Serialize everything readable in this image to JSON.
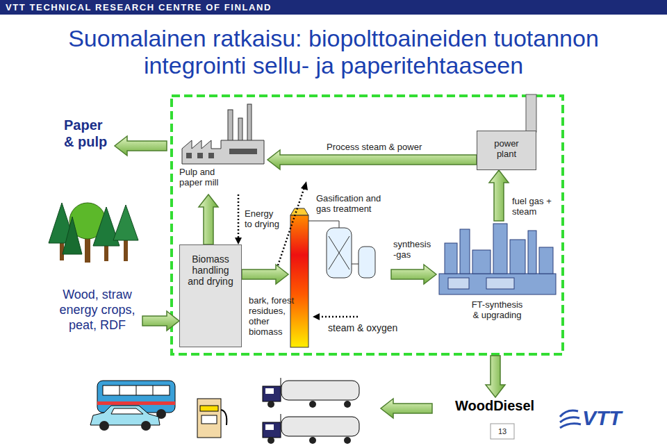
{
  "diagram": {
    "title": "Suomalainen ratkaisu: biopolttoaineiden tuotannon integrointi sellu- ja paperitehtaaseen",
    "nodes": [
      {
        "text": [
          "Pulp and paper mill"
        ]
      },
      {
        "text": [
          "power plant"
        ]
      },
      {
        "text": [
          "Biomass handling and drying"
        ]
      },
      {
        "text": [
          "Gasification and gas treatment"
        ]
      },
      {
        "text": [
          "FT-synthesis & upgrading"
        ]
      }
    ],
    "edges": [
      {
        "from": 2,
        "to": 0,
        "arrow": "to"
      },
      {
        "from": 1,
        "to": 0,
        "label": "Process steam & power",
        "arrow": "to"
      },
      {
        "from": 0,
        "to": 2,
        "label": "Energy to drying",
        "arrow": "to"
      },
      {
        "from": 2,
        "to": 3,
        "label": "bark, forest residues, other biomass",
        "arrow": "to"
      },
      {
        "from": 3,
        "to": 4,
        "label": "synthesis -gas",
        "arrow": "to"
      },
      {
        "from": 4,
        "to": 1,
        "label": "fuel gas + steam",
        "arrow": "to"
      }
    ],
    "labels": [
      "VTT TECHNICAL RESEARCH CENTRE OF FINLAND",
      "Paper & pulp",
      "Wood, straw energy crops, peat, RDF",
      "steam & oxygen",
      "WoodDiesel",
      "VTT",
      "13"
    ]
  }
}
